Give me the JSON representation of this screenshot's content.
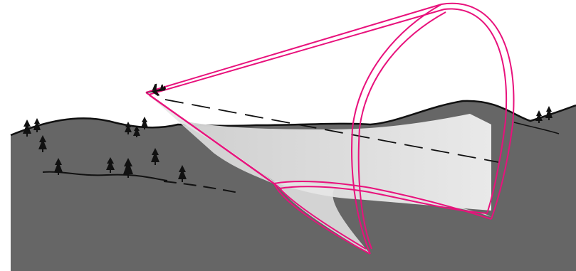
{
  "colors": {
    "background": "#ffffff",
    "ground": "#666666",
    "terrain_outline": "#111111",
    "coverage_fill_near": "#d8d8d8",
    "coverage_fill_far": "#efefef",
    "beam_outline": "#e8127c",
    "centerline": "#111111"
  },
  "icons": {
    "aircraft": "aircraft-icon",
    "tree": "conifer-tree-icon"
  },
  "scene": {
    "tree_count": 13,
    "sensor_beam": "cone",
    "ground_track": "dashed"
  }
}
